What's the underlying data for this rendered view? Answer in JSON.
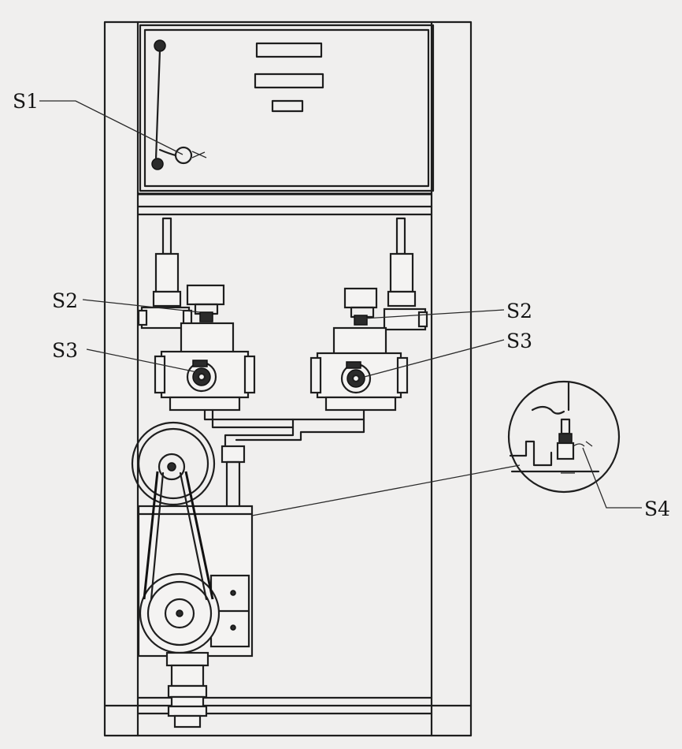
{
  "labels": {
    "s1": "S1",
    "s2_left": "S2",
    "s2_right": "S2",
    "s3_left": "S3",
    "s3_right": "S3",
    "s4": "S4"
  },
  "colors": {
    "line": "#1e1e1e",
    "paper": "#f0efee"
  }
}
